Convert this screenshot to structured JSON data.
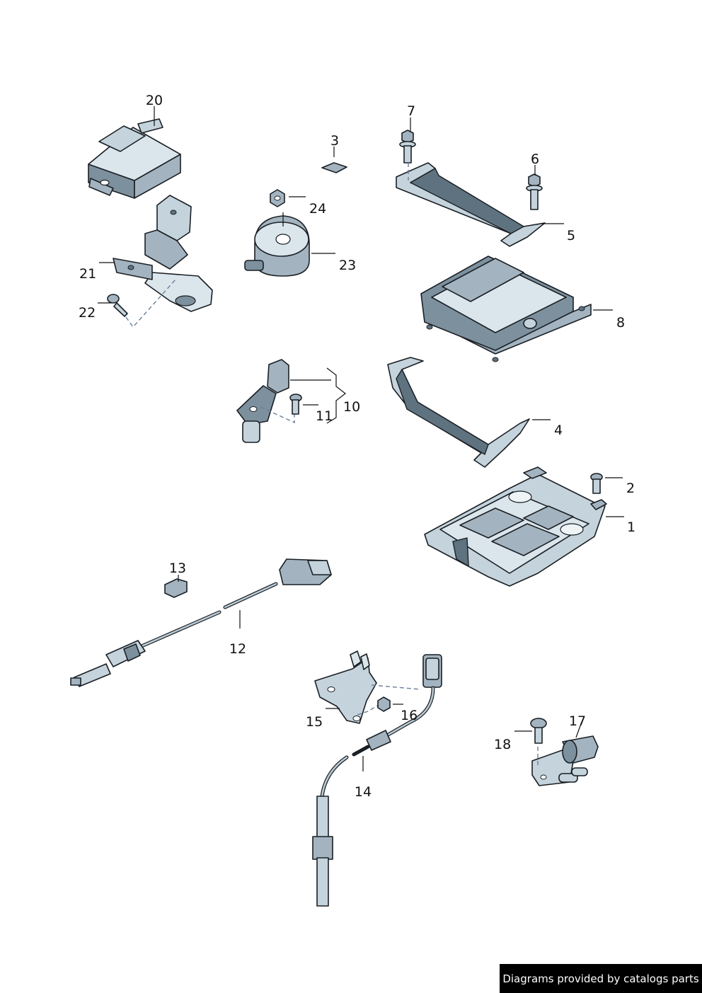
{
  "parts": {
    "p1": "1",
    "p2": "2",
    "p3": "3",
    "p4": "4",
    "p5": "5",
    "p6": "6",
    "p7": "7",
    "p8": "8",
    "p10": "10",
    "p11": "11",
    "p12": "12",
    "p13": "13",
    "p14": "14",
    "p15": "15",
    "p16": "16",
    "p17": "17",
    "p18": "18",
    "p20": "20",
    "p21": "21",
    "p22": "22",
    "p23": "23",
    "p24": "24"
  },
  "credit": "Diagrams provided by catalogs parts",
  "colors": {
    "part_fill": "#a3b4c0",
    "outline": "#1a1f24",
    "credit_bg": "#000000"
  }
}
